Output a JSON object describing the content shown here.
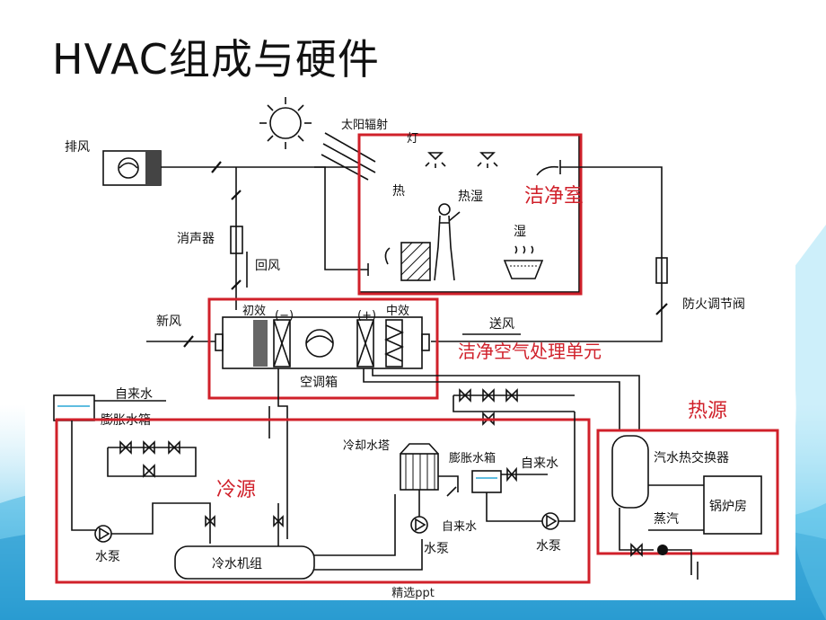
{
  "title": "HVAC组成与硬件",
  "footer": "精选ppt",
  "colors": {
    "accent_red": "#d0202a",
    "line": "#111111",
    "water_blue": "#2aa7d6"
  },
  "regions": {
    "clean_room": "洁净室",
    "ahu": "洁净空气处理单元",
    "cold_source": "冷源",
    "heat_source": "热源"
  },
  "labels": {
    "exhaust": "排风",
    "solar": "太阳辐射",
    "lamp": "灯",
    "heat": "热",
    "heat_humid": "热湿",
    "humid": "湿",
    "muffler": "消声器",
    "return_air": "回风",
    "fresh_air": "新风",
    "primary": "初效",
    "minus": "(−)",
    "plus": "(+)",
    "medium": "中效",
    "supply_air": "送风",
    "ahu_box": "空调箱",
    "fire_damper": "防火调节阀",
    "tap_water_1": "自来水",
    "expansion_tank_1": "膨胀水箱",
    "cooling_tower": "冷却水塔",
    "expansion_tank_2": "膨胀水箱",
    "tap_water_2": "自来水",
    "tap_water_3": "自来水",
    "pump_1": "水泵",
    "pump_2": "水泵",
    "pump_3": "水泵",
    "chiller": "冷水机组",
    "heat_exchanger": "汽水热交换器",
    "steam": "蒸汽",
    "boiler_room": "锅炉房"
  }
}
